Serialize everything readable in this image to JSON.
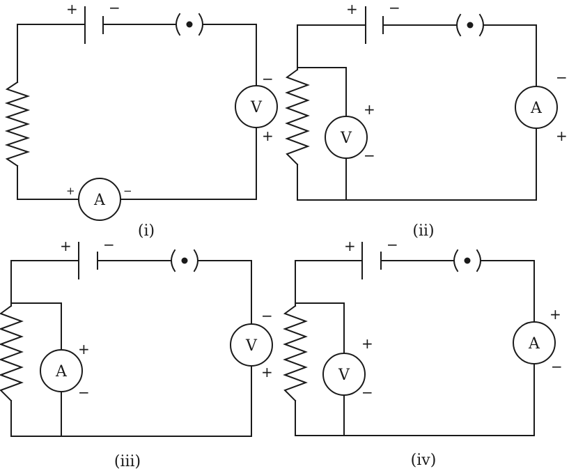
{
  "circuits": [
    {
      "caption": "(i)",
      "battery": {
        "plus": "+",
        "minus": "−"
      },
      "voltmeter": {
        "label": "V",
        "plus": "+",
        "minus": "−"
      },
      "ammeter": {
        "label": "A",
        "plus": "+",
        "minus": "−"
      }
    },
    {
      "caption": "(ii)",
      "battery": {
        "plus": "+",
        "minus": "−"
      },
      "voltmeter": {
        "label": "V",
        "plus": "+",
        "minus": "−"
      },
      "ammeter": {
        "label": "A",
        "plus": "+",
        "minus": "−"
      }
    },
    {
      "caption": "(iii)",
      "battery": {
        "plus": "+",
        "minus": "−"
      },
      "voltmeter": {
        "label": "V",
        "plus": "+",
        "minus": "−"
      },
      "ammeter": {
        "label": "A",
        "plus": "+",
        "minus": "−"
      }
    },
    {
      "caption": "(iv)",
      "battery": {
        "plus": "+",
        "minus": "−"
      },
      "voltmeter": {
        "label": "V",
        "plus": "+",
        "minus": "−"
      },
      "ammeter": {
        "label": "A",
        "plus": "+",
        "minus": "−"
      }
    }
  ]
}
